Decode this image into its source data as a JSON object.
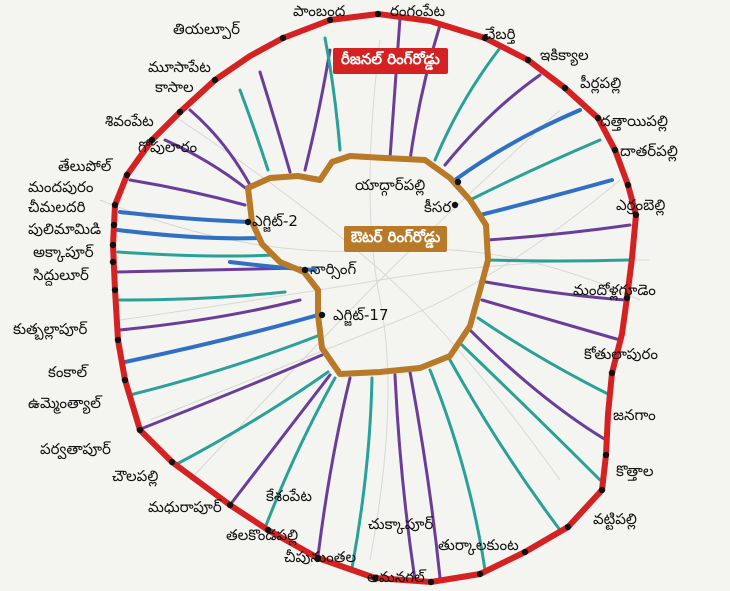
{
  "map": {
    "regional_ring_road_label": "రీజనల్ రింగ్‌రోడ్డు",
    "outer_ring_road_label": "ఔటర్ రింగ్‌రోడ్డు",
    "inner_labels": {
      "exit2": "ఎగ్జిట్-2",
      "narsingi": "నార్సింగ్",
      "exit17": "ఎగ్జిట్-17",
      "yadgarpalli": "యాద్గార్‌పల్లి",
      "keesara": "కీసర"
    },
    "places": {
      "pambanda": "పాంబంద",
      "rangampet": "రంగంపేట",
      "thiyalpur": "తియల్పూర్",
      "chebarti": "చేబర్తి",
      "musapet": "మూసాపేట",
      "ikiyala": "ఇకిక్యాల",
      "kasala": "కాసాల",
      "peerlapalli": "పీర్లపల్లి",
      "shivampet": "శివంపేట",
      "dattayipalli": "దత్తాయిపల్లి",
      "datharpalli": "దాతర్‌పల్లి",
      "telupol": "తేలుపోల్",
      "gopularam": "గోపులారం",
      "mandapuram": "మందపురం",
      "chimaladari": "చీమలదరి",
      "erramabelli": "ఎర్రంబెల్లి",
      "pulimamidi": "పులిమామిడి",
      "akkapur": "అక్కాపూర్",
      "siddulur": "సిద్దులూర్",
      "mandollagudem": "మందోళ్లగూడెం",
      "kuthballapur": "కుత్బల్లాపూర్",
      "kothulapuram": "కోతులాపురం",
      "kankal": "కంకాల్",
      "ummenthyal": "ఉమ్మెంత్యాల్",
      "janagam": "జనగాం",
      "parvathapur": "పర్వతాపూర్",
      "kothala": "కొత్తాల",
      "chowlapalli": "చౌలపల్లి",
      "vattipalli": "వట్టిపల్లి",
      "madhurapur": "మధురాపూర్",
      "keshampet": "కేశంపేట",
      "chukkapur": "చుక్కాపూర్",
      "thalakondapalli": "తలకొండపల్లి",
      "turkalakunta": "తుర్కాలకుంట",
      "cheepunuthala": "చీపునుంతల",
      "amangal": "ఆమనగల్"
    },
    "colors": {
      "regional_ring": "#d42222",
      "outer_ring": "#b87a28",
      "radial_purple": "#6a3d9a",
      "radial_teal": "#2aa198",
      "radial_blue": "#2f6fc4",
      "node": "#111111"
    }
  }
}
